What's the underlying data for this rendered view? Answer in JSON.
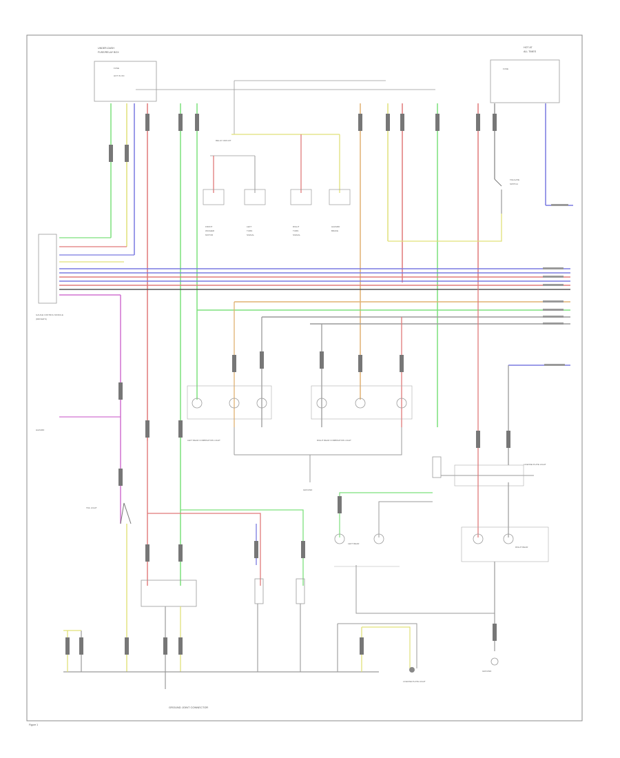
{
  "labels": {
    "fuse_box_left_a": "UNDER-DASH",
    "fuse_box_left_b": "FUSE/RELAY BOX",
    "fuse_box_right_a": "HOT AT",
    "fuse_box_right_b": "ALL TIMES",
    "hot_run": "HOT IN ON",
    "fuse_1": "FUSE",
    "fuse_2": "FUSE",
    "connector_left": "GAUGE CONTROL MODULE",
    "connector_left_b": "(DRIVER'S)",
    "relay_circuit": "RELAY CIRCUIT",
    "fw_a": "FRONT",
    "fw_b": "WASHER",
    "fw_c": "MOTOR",
    "left_a": "LEFT",
    "left_b": "TURN",
    "left_c": "SIGNAL",
    "right_a": "RIGHT",
    "right_b": "TURN",
    "right_c": "SIGNAL",
    "left_rear": "LEFT REAR COMBINATION LIGHT",
    "right_rear": "RIGHT REAR COMBINATION LIGHT",
    "ground": "GROUND",
    "tail_a": "TAILGATE",
    "tail_b": "SWITCH",
    "license": "LICENSE PLATE LIGHT",
    "left_rear_2": "LEFT REAR",
    "right_rear_2": "RIGHT REAR",
    "ground_joint": "GROUND JOINT CONNECTOR",
    "hazard": "HAZARD",
    "brake": "BRAKE",
    "tail_light": "TAIL LIGHT",
    "ground_2": "GROUND",
    "footer": "Figure 1"
  },
  "wire_colors": {
    "green": "#7be07b",
    "red": "#e07878",
    "blue": "#7878e0",
    "yellow": "#e0e078",
    "orange": "#e0b070",
    "magenta": "#d070d0",
    "gray": "#999999",
    "dark": "#555555"
  }
}
